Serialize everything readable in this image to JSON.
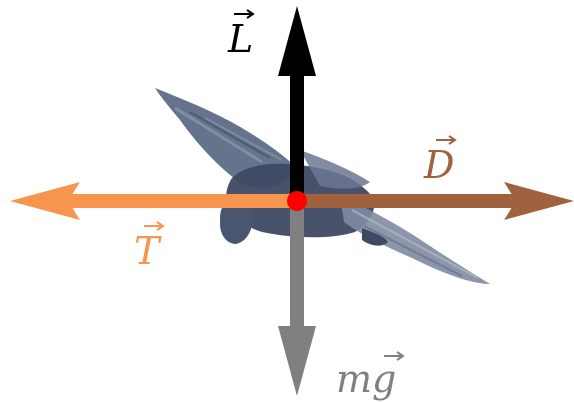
{
  "figure": {
    "subject": "bird-in-flight",
    "colors": {
      "background": "#ffffff",
      "bird_dark": "#3e4a63",
      "bird_mid": "#5e6b86",
      "bird_light": "#8f99ad",
      "lift": "#000000",
      "drag": "#a0613e",
      "thrust": "#f7954f",
      "weight": "#808080",
      "center_of_mass": "#ff0000"
    },
    "forces": [
      {
        "id": "lift",
        "label": "L",
        "direction": "up",
        "color": "#000000"
      },
      {
        "id": "drag",
        "label": "D",
        "direction": "right",
        "color": "#a0613e"
      },
      {
        "id": "thrust",
        "label": "T",
        "direction": "left",
        "color": "#f7954f"
      },
      {
        "id": "weight",
        "label": "mg",
        "direction": "down",
        "color": "#808080"
      }
    ]
  }
}
